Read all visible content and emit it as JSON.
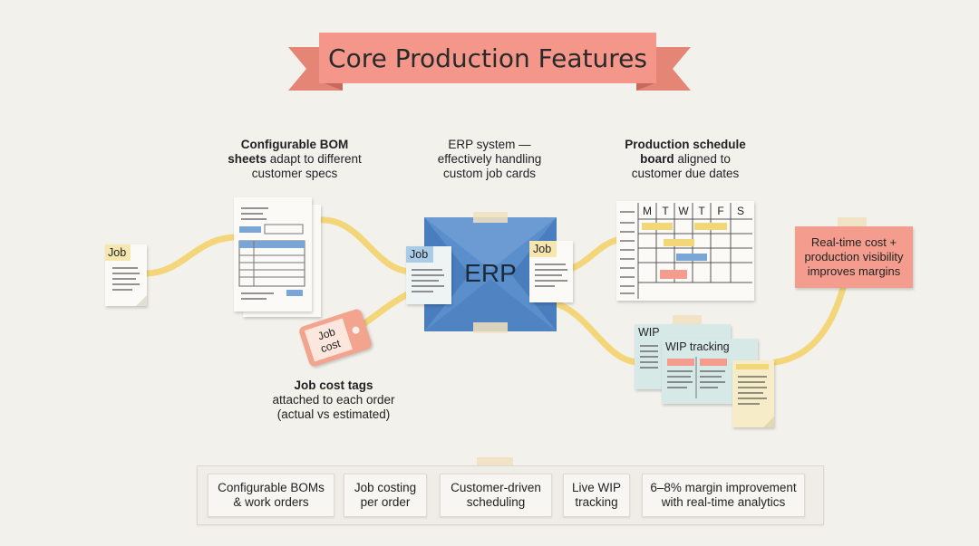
{
  "title": "Core Production Features",
  "captions": {
    "bom": {
      "line1_bold": "Configurable BOM",
      "line2_bold": "sheets",
      "line2_rest": " adapt to different",
      "line3": "customer specs"
    },
    "erp": {
      "line1": "ERP system —",
      "line2": "effectively handling",
      "line3": "custom job cards"
    },
    "schedule": {
      "line1_bold": "Production schedule",
      "line2_bold": "board",
      "line2_rest": " aligned to",
      "line3": "customer due dates"
    },
    "jobcost": {
      "line1_bold": "Job cost tags",
      "line2": "attached to each order",
      "line3": "(actual vs estimated)"
    }
  },
  "labels": {
    "job_left": "Job",
    "job_erp_left": "Job",
    "job_erp_right": "Job",
    "erp": "ERP",
    "job_cost_tag": [
      "Job",
      "cost"
    ],
    "days": [
      "M",
      "T",
      "W",
      "T",
      "F",
      "S"
    ],
    "wip_back": "WIP",
    "wip_front": "WIP tracking"
  },
  "callout": {
    "line1": "Real-time cost +",
    "line2": "production visibility",
    "line3": "improves margins"
  },
  "summary": [
    {
      "line1": "Configurable BOMs",
      "line2": "& work orders"
    },
    {
      "line1": "Job costing",
      "line2": "per order"
    },
    {
      "line1": "Customer-driven",
      "line2": "scheduling"
    },
    {
      "line1": "Live WIP",
      "line2": "tracking"
    },
    {
      "line1": "6–8% margin improvement",
      "line2": "with real-time analytics"
    }
  ],
  "colors": {
    "banner": "#f4978a",
    "connector": "#f3d67a",
    "erp_box": "#5b8fcc",
    "tag": "#f2a48f",
    "callout": "#f49d8e",
    "wip_card": "#d6e9e6",
    "sticky": "#f6e6b0"
  }
}
